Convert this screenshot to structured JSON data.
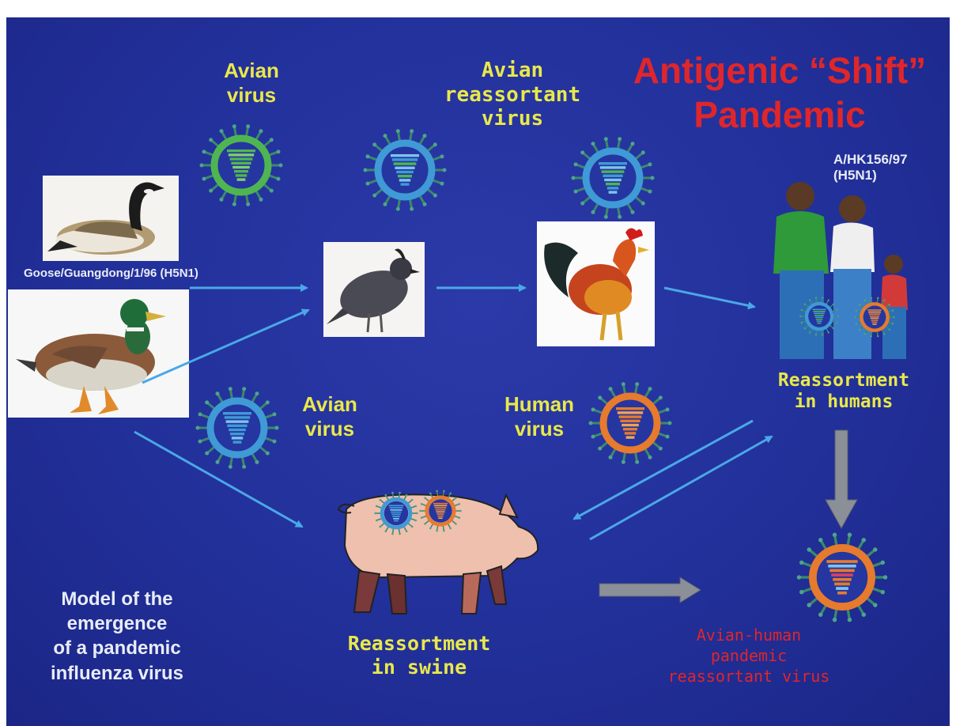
{
  "title": {
    "line1": "Antigenic “Shift”",
    "line2": "Pandemic"
  },
  "labels": {
    "avian_virus_top": [
      "Avian",
      "virus"
    ],
    "avian_reassortant": [
      "Avian",
      "reassortant",
      "virus"
    ],
    "strain_human": [
      "A/HK156/97",
      "(H5N1)"
    ],
    "strain_goose": "Goose/Guangdong/1/96 (H5N1)",
    "avian_virus_mid": [
      "Avian",
      "virus"
    ],
    "human_virus": [
      "Human",
      "virus"
    ],
    "reassort_humans": [
      "Reassortment",
      "in humans"
    ],
    "reassort_swine": [
      "Reassortment",
      "in swine"
    ],
    "pandemic_virus": [
      "Avian-human",
      "pandemic",
      "reassortant virus"
    ],
    "model": [
      "Model of the",
      "emergence",
      "of a pandemic",
      "influenza virus"
    ]
  },
  "colors": {
    "background": "#22309a",
    "label_yellow": "#e9e84a",
    "title_red": "#e0262a",
    "arrow_blue": "#4aa8e6",
    "arrow_gray": "#8a8f98",
    "virus_green": "#4fb552",
    "virus_blue": "#3f9ad6",
    "virus_orange": "#e67a2e"
  },
  "icons": [
    "goose-image",
    "duck-image",
    "quail-image",
    "rooster-image",
    "family-image",
    "pig-image",
    "virus-icon",
    "arrow"
  ]
}
